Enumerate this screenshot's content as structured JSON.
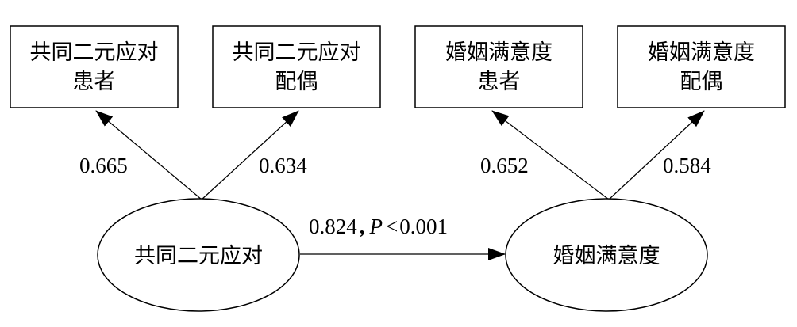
{
  "indicators": [
    {
      "line1": "共同二元应对",
      "line2": "患者"
    },
    {
      "line1": "共同二元应对",
      "line2": "配偶"
    },
    {
      "line1": "婚姻满意度",
      "line2": "患者"
    },
    {
      "line1": "婚姻满意度",
      "line2": "配偶"
    }
  ],
  "latent": [
    {
      "label": "共同二元应对"
    },
    {
      "label": "婚姻满意度"
    }
  ],
  "loadings": [
    "0.665",
    "0.634",
    "0.652",
    "0.584"
  ],
  "path": {
    "coef": "0.824",
    "sep": ",",
    "p_symbol": "P",
    "p_rel": "<",
    "p_value": "0.001"
  },
  "colors": {
    "stroke": "#000000",
    "fill": "#ffffff"
  }
}
